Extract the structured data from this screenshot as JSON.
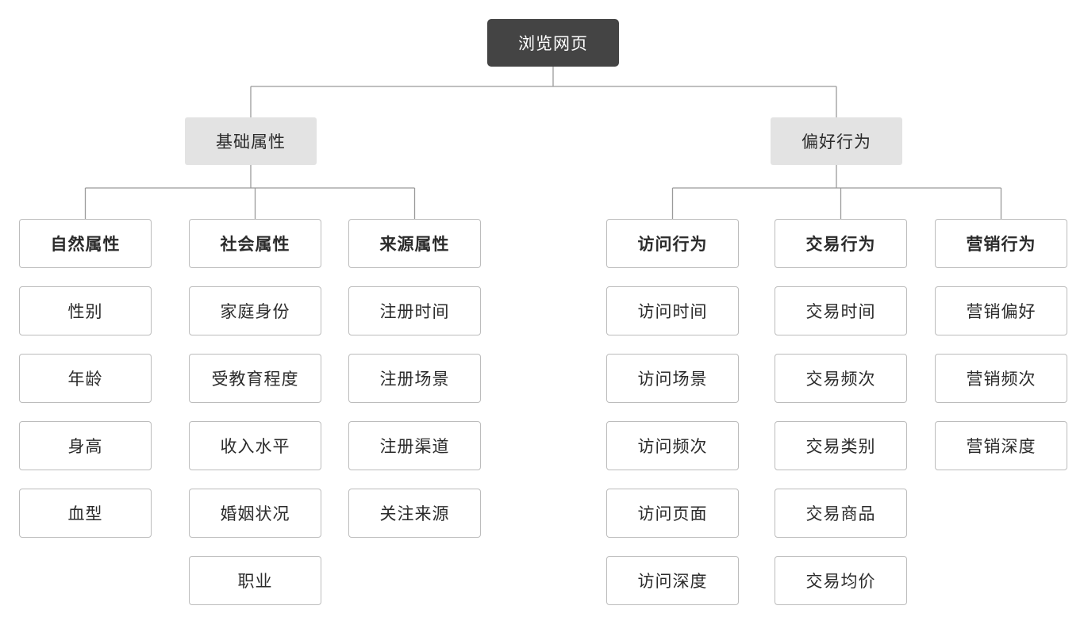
{
  "root": {
    "label": "浏览网页"
  },
  "branches": [
    {
      "label": "基础属性",
      "groups": [
        {
          "title": "自然属性",
          "items": [
            "性别",
            "年龄",
            "身高",
            "血型"
          ]
        },
        {
          "title": "社会属性",
          "items": [
            "家庭身份",
            "受教育程度",
            "收入水平",
            "婚姻状况",
            "职业"
          ]
        },
        {
          "title": "来源属性",
          "items": [
            "注册时间",
            "注册场景",
            "注册渠道",
            "关注来源"
          ]
        }
      ]
    },
    {
      "label": "偏好行为",
      "groups": [
        {
          "title": "访问行为",
          "items": [
            "访问时间",
            "访问场景",
            "访问频次",
            "访问页面",
            "访问深度"
          ]
        },
        {
          "title": "交易行为",
          "items": [
            "交易时间",
            "交易频次",
            "交易类别",
            "交易商品",
            "交易均价"
          ]
        },
        {
          "title": "营销行为",
          "items": [
            "营销偏好",
            "营销频次",
            "营销深度"
          ]
        }
      ]
    }
  ]
}
